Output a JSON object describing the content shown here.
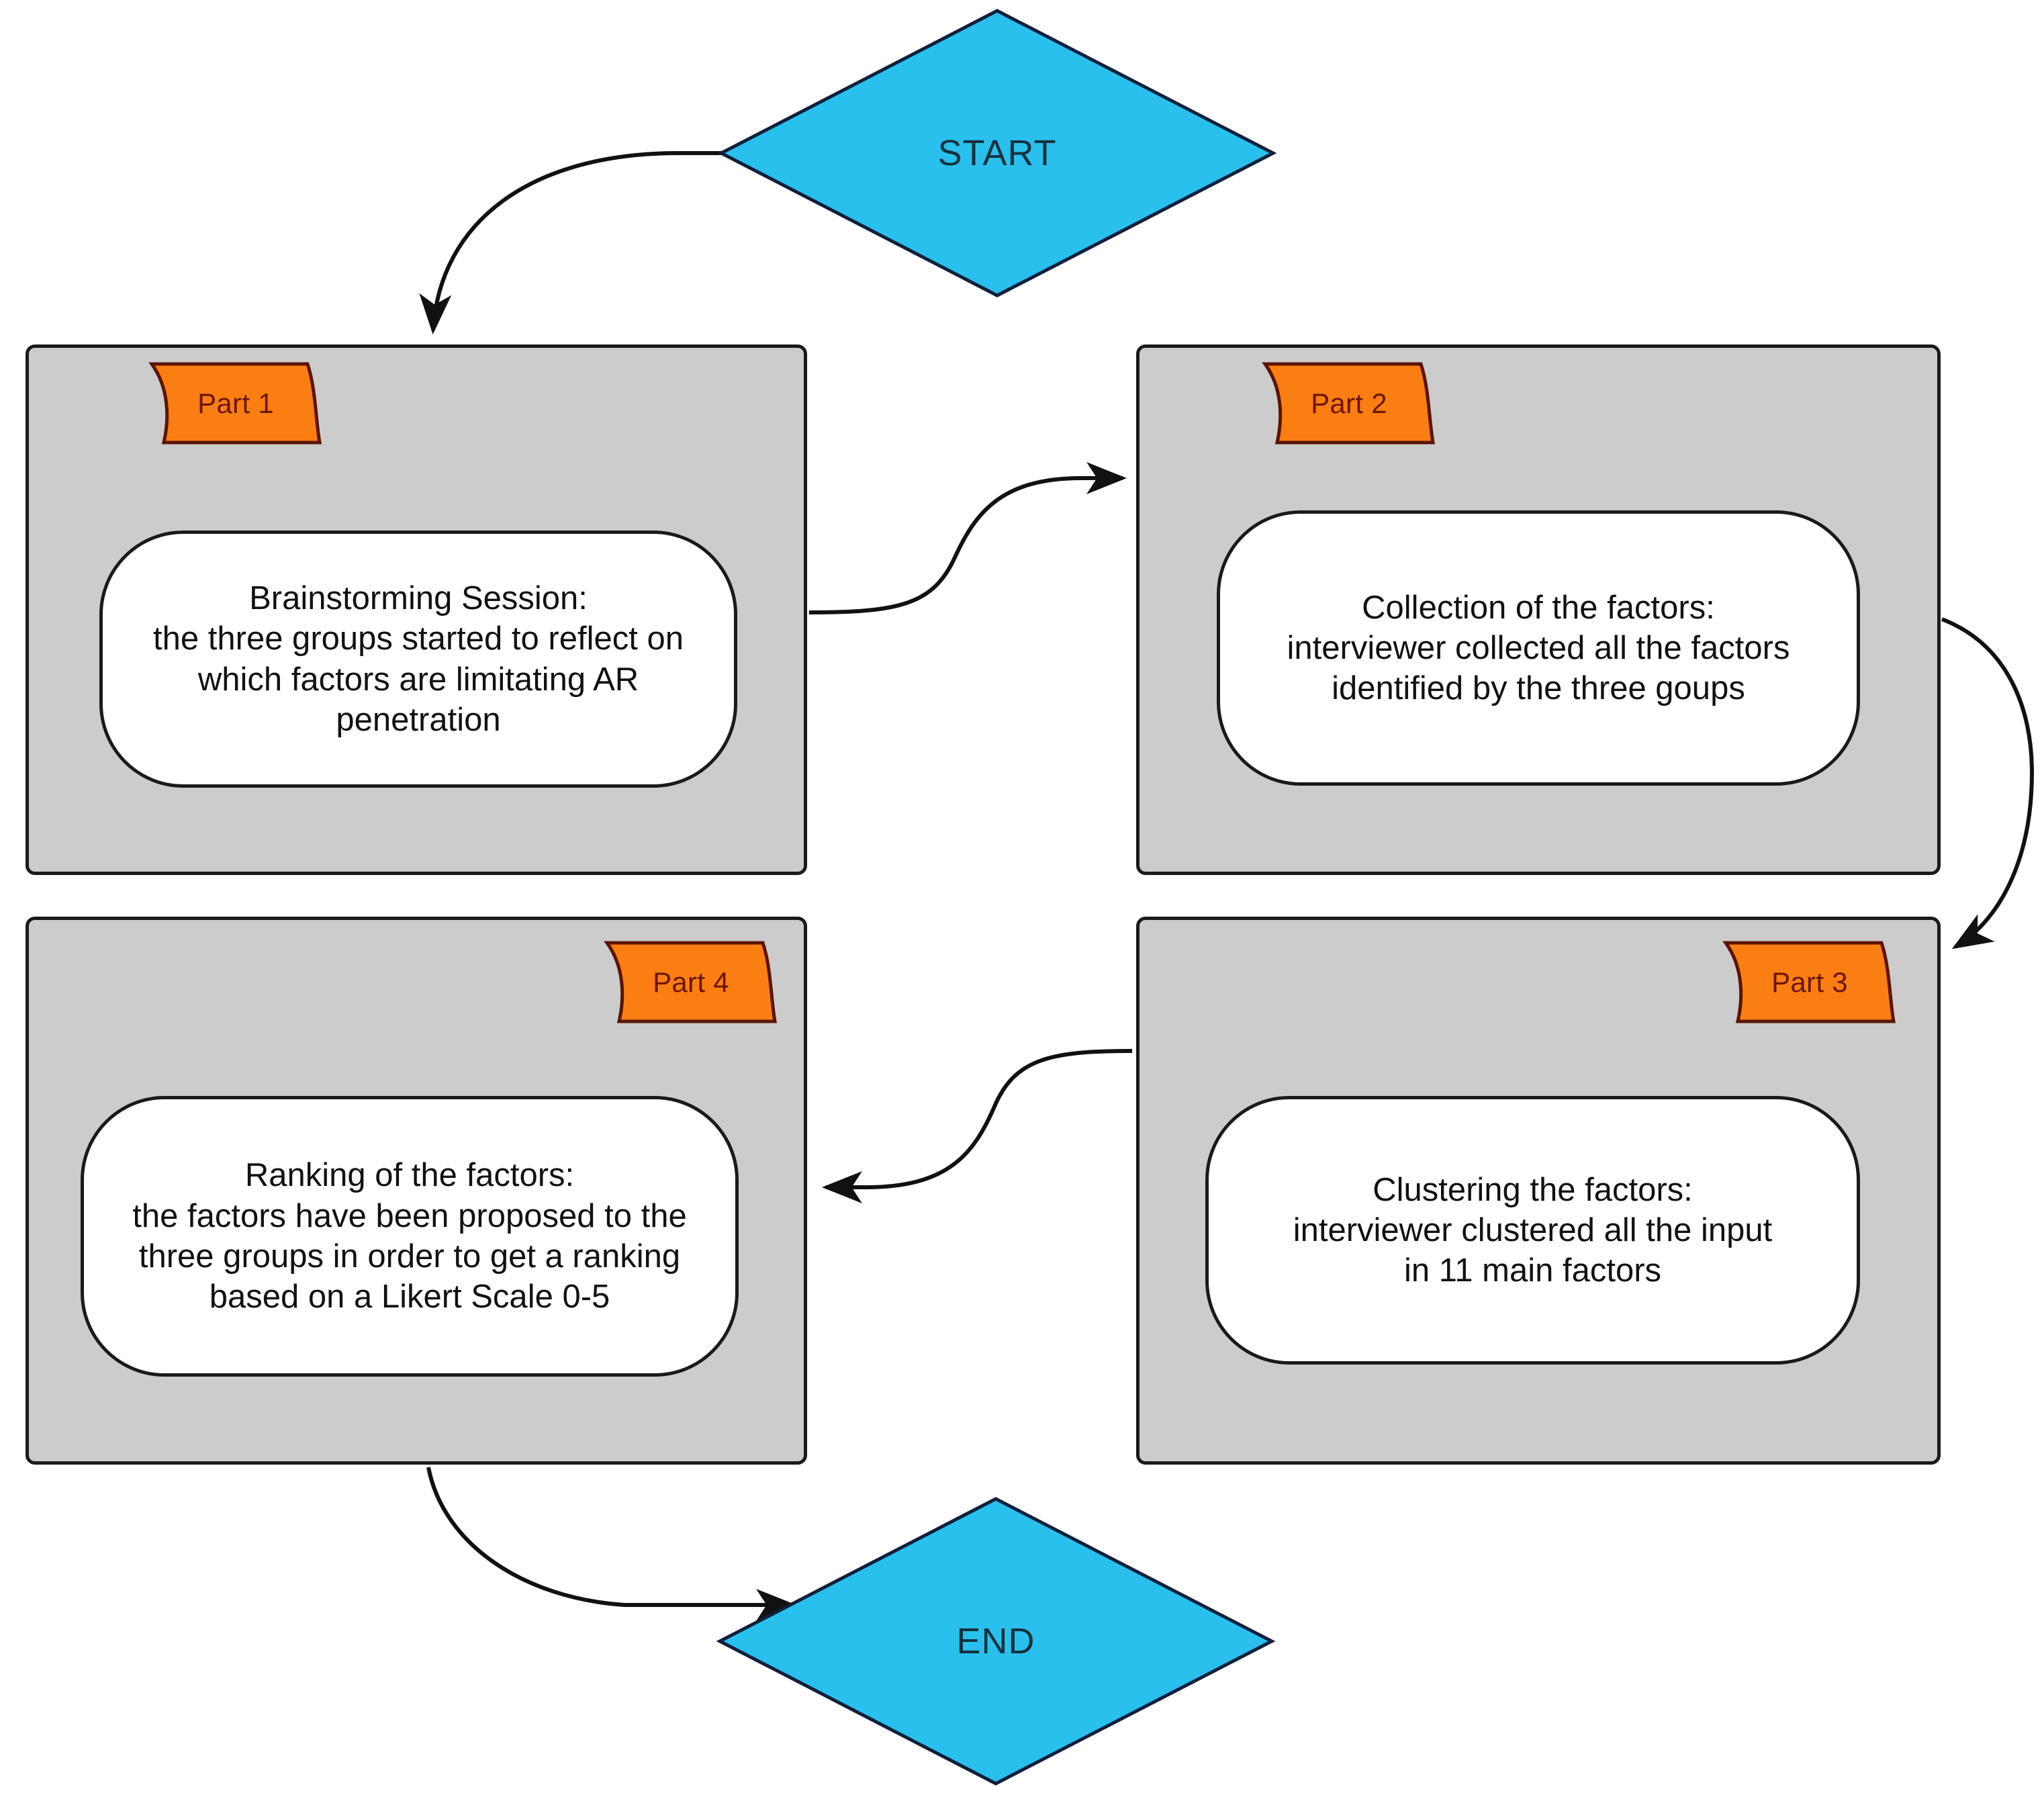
{
  "diagram": {
    "title": "Workshop process flowchart",
    "colors": {
      "terminator_fill": "#29c0ee",
      "container_fill": "#cccccc",
      "tag_fill": "#fa7e11",
      "tag_text": "#6b1500",
      "process_fill": "#ffffff",
      "stroke": "#1a1a1a"
    }
  },
  "nodes": {
    "start": {
      "label": "START",
      "shape": "diamond"
    },
    "end": {
      "label": "END",
      "shape": "diamond"
    },
    "part1": {
      "tag": "Part 1",
      "lines": [
        "Brainstorming Session:",
        "the three groups started to reflect on",
        "which factors are limitating AR",
        "penetration"
      ]
    },
    "part2": {
      "tag": "Part 2",
      "lines": [
        "Collection of the factors:",
        "interviewer collected all the factors",
        "identified by the three goups"
      ]
    },
    "part3": {
      "tag": "Part 3",
      "lines": [
        "Clustering the factors:",
        "interviewer clustered all the input",
        "in 11 main factors"
      ]
    },
    "part4": {
      "tag": "Part 4",
      "lines": [
        "Ranking of the factors:",
        "the factors have been proposed to the",
        "three groups in order to get a ranking",
        "based on a Likert Scale 0-5"
      ]
    }
  },
  "edges": [
    {
      "from": "start",
      "to": "part1"
    },
    {
      "from": "part1",
      "to": "part2"
    },
    {
      "from": "part2",
      "to": "part3"
    },
    {
      "from": "part3",
      "to": "part4"
    },
    {
      "from": "part4",
      "to": "end"
    }
  ]
}
